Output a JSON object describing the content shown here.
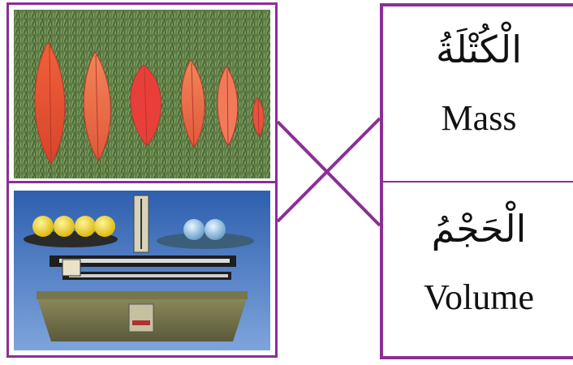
{
  "cards": {
    "mass": {
      "arabic": "الْكُتْلَةُ",
      "english": "Mass"
    },
    "volume": {
      "arabic": "الْحَجْمُ",
      "english": "Volume"
    }
  },
  "images": {
    "top": "leaves-photo",
    "bottom": "balance-scale-photo"
  },
  "colors": {
    "frame": "#8b2f96",
    "text": "#111111"
  }
}
